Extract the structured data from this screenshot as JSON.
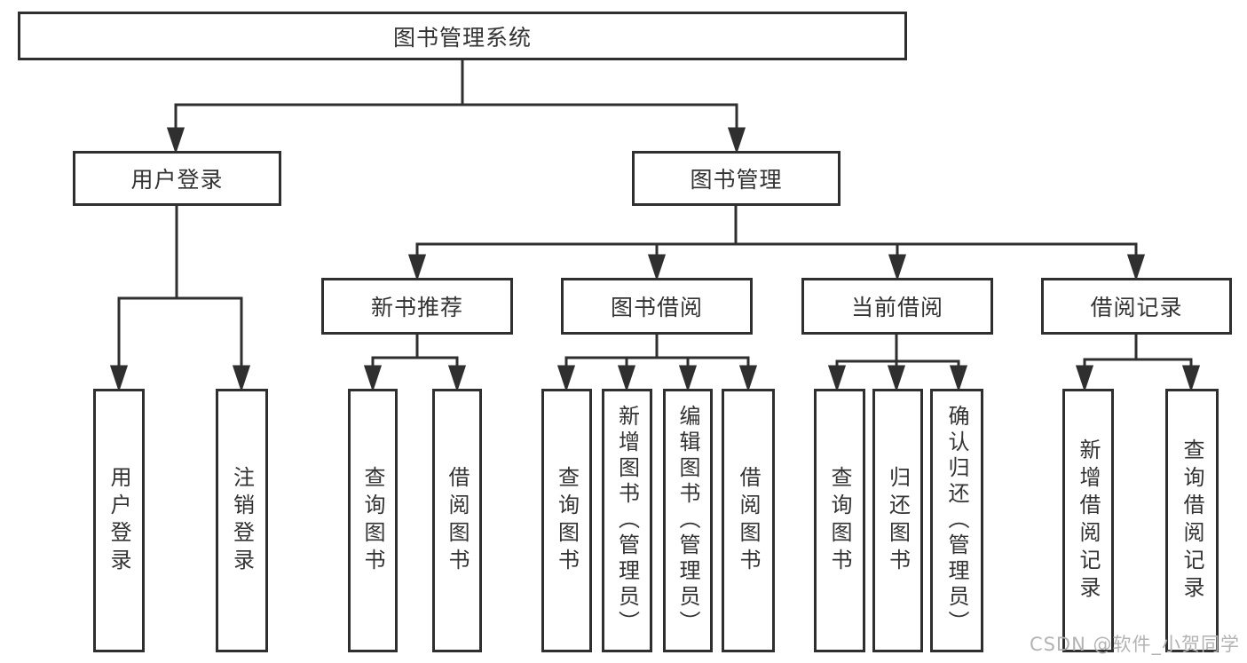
{
  "tree": {
    "label": "图书管理系统",
    "children": [
      {
        "label": "用户登录",
        "children": [
          {
            "label": "用户登录"
          },
          {
            "label": "注销登录"
          }
        ]
      },
      {
        "label": "图书管理",
        "children": [
          {
            "label": "新书推荐",
            "children": [
              {
                "label": "查询图书"
              },
              {
                "label": "借阅图书"
              }
            ]
          },
          {
            "label": "图书借阅",
            "children": [
              {
                "label": "查询图书"
              },
              {
                "label": "新增图书（管理员）"
              },
              {
                "label": "编辑图书（管理员）"
              },
              {
                "label": "借阅图书"
              }
            ]
          },
          {
            "label": "当前借阅",
            "children": [
              {
                "label": "查询图书"
              },
              {
                "label": "归还图书"
              },
              {
                "label": "确认归还（管理员）"
              }
            ]
          },
          {
            "label": "借阅记录",
            "children": [
              {
                "label": "新增借阅记录"
              },
              {
                "label": "查询借阅记录"
              }
            ]
          }
        ]
      }
    ]
  },
  "watermark": {
    "text": "CSDN @软件_小贺同学"
  },
  "colors": {
    "line": "#2f2f2f",
    "box_border": "#2f2f2f",
    "text": "#333333",
    "watermark": "#b3b3b3",
    "background": "#ffffff"
  }
}
